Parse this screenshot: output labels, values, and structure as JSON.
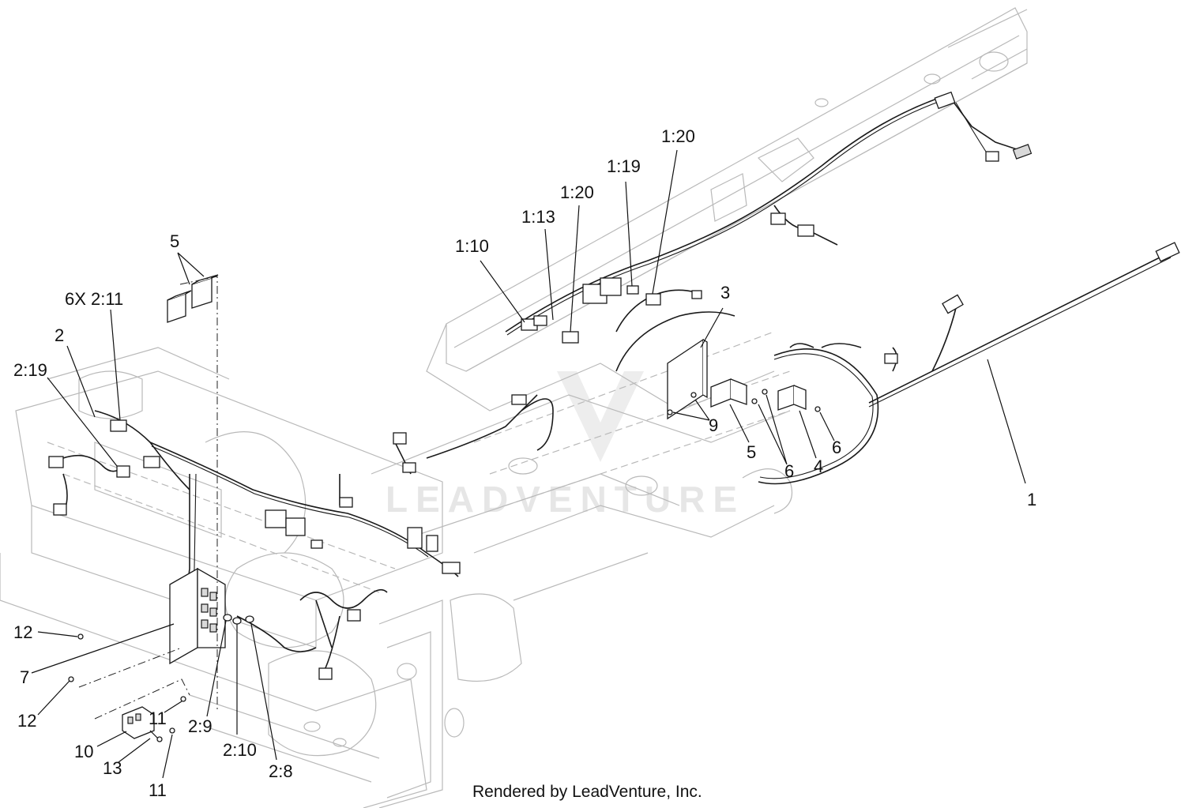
{
  "diagram": {
    "callouts": [
      {
        "id": "c-1",
        "text": "1"
      },
      {
        "id": "c-2",
        "text": "2"
      },
      {
        "id": "c-2-19",
        "text": "2:19"
      },
      {
        "id": "c-6x-2-11",
        "text": "6X 2:11"
      },
      {
        "id": "c-5-left",
        "text": "5"
      },
      {
        "id": "c-1-10",
        "text": "1:10"
      },
      {
        "id": "c-1-13",
        "text": "1:13"
      },
      {
        "id": "c-1-20-a",
        "text": "1:20"
      },
      {
        "id": "c-1-19",
        "text": "1:19"
      },
      {
        "id": "c-1-20-b",
        "text": "1:20"
      },
      {
        "id": "c-3",
        "text": "3"
      },
      {
        "id": "c-9",
        "text": "9"
      },
      {
        "id": "c-5-right",
        "text": "5"
      },
      {
        "id": "c-6-a",
        "text": "6"
      },
      {
        "id": "c-4",
        "text": "4"
      },
      {
        "id": "c-6-b",
        "text": "6"
      },
      {
        "id": "c-12-a",
        "text": "12"
      },
      {
        "id": "c-7",
        "text": "7"
      },
      {
        "id": "c-12-b",
        "text": "12"
      },
      {
        "id": "c-11-a",
        "text": "11"
      },
      {
        "id": "c-2-9",
        "text": "2:9"
      },
      {
        "id": "c-2-10",
        "text": "2:10"
      },
      {
        "id": "c-2-8",
        "text": "2:8"
      },
      {
        "id": "c-10",
        "text": "10"
      },
      {
        "id": "c-13",
        "text": "13"
      },
      {
        "id": "c-11-b",
        "text": "11"
      }
    ],
    "watermark": "LEADVENTURE",
    "footer": "Rendered by LeadVenture, Inc."
  }
}
